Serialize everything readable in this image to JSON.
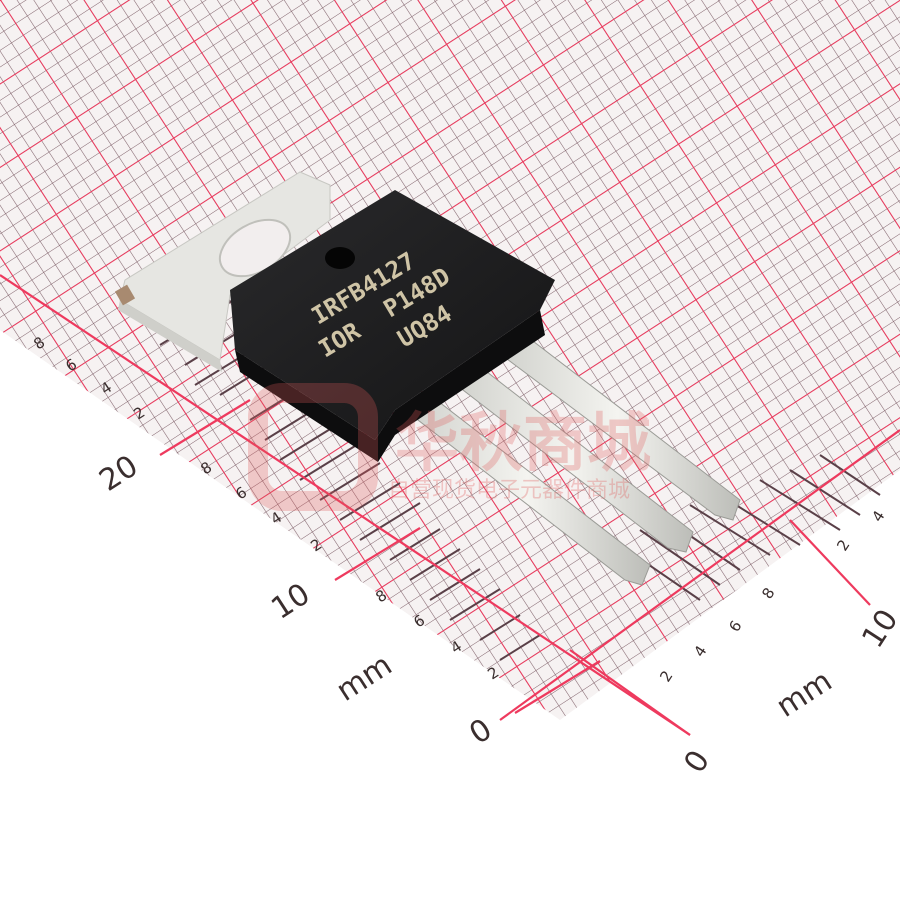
{
  "scene": {
    "description": "Product photo of a TO-220 power MOSFET on millimeter graph paper",
    "background_color": "#ffffff",
    "grid_minor_color": "#7a5560",
    "grid_major_color": "#ee3a5e"
  },
  "component": {
    "package": "TO-220",
    "marking_line1": "IRFB4127",
    "marking_line2": "P148D",
    "marking_line3": "UQ84",
    "logo": "IOR",
    "body_color": "#1e1e1f",
    "tab_color": "#e4e4e0",
    "lead_count": 3
  },
  "ruler": {
    "unit": "mm",
    "left_scale": {
      "major_labels": [
        "20",
        "10",
        "0"
      ],
      "minor_labels_upper": [
        "8",
        "6",
        "4",
        "2"
      ],
      "minor_labels_mid": [
        "8",
        "6",
        "4",
        "2"
      ],
      "minor_labels_lower": [
        "8",
        "6",
        "4",
        "2"
      ],
      "unit_label": "mm"
    },
    "right_scale": {
      "major_labels": [
        "0",
        "10"
      ],
      "minor_labels": [
        "2",
        "4",
        "6",
        "8",
        "2",
        "4"
      ],
      "unit_label": "mm"
    }
  },
  "watermark": {
    "title": "华秋商城",
    "subtitle": "自营现货电子元器件商城"
  }
}
